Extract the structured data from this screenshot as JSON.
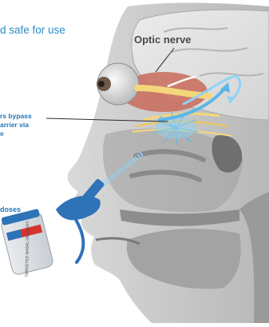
{
  "texts": {
    "headline": "d safe for use",
    "optic_nerve": "Optic nerve",
    "bypass_line1": "rs bypass",
    "bypass_line2": "arrier via",
    "bypass_line3": "e",
    "doses": "doses",
    "device_label": "TARGETED NASAL DELIVERY"
  },
  "colors": {
    "text_blue": "#2476b8",
    "headline_blue": "#2a8fcb",
    "nerve_yellow": "#f3d77a",
    "skin_gray": "#c9c9c9",
    "arrow_blue": "#5bb6e8",
    "device_blue": "#2e72b8",
    "label_red": "#d6322f"
  }
}
